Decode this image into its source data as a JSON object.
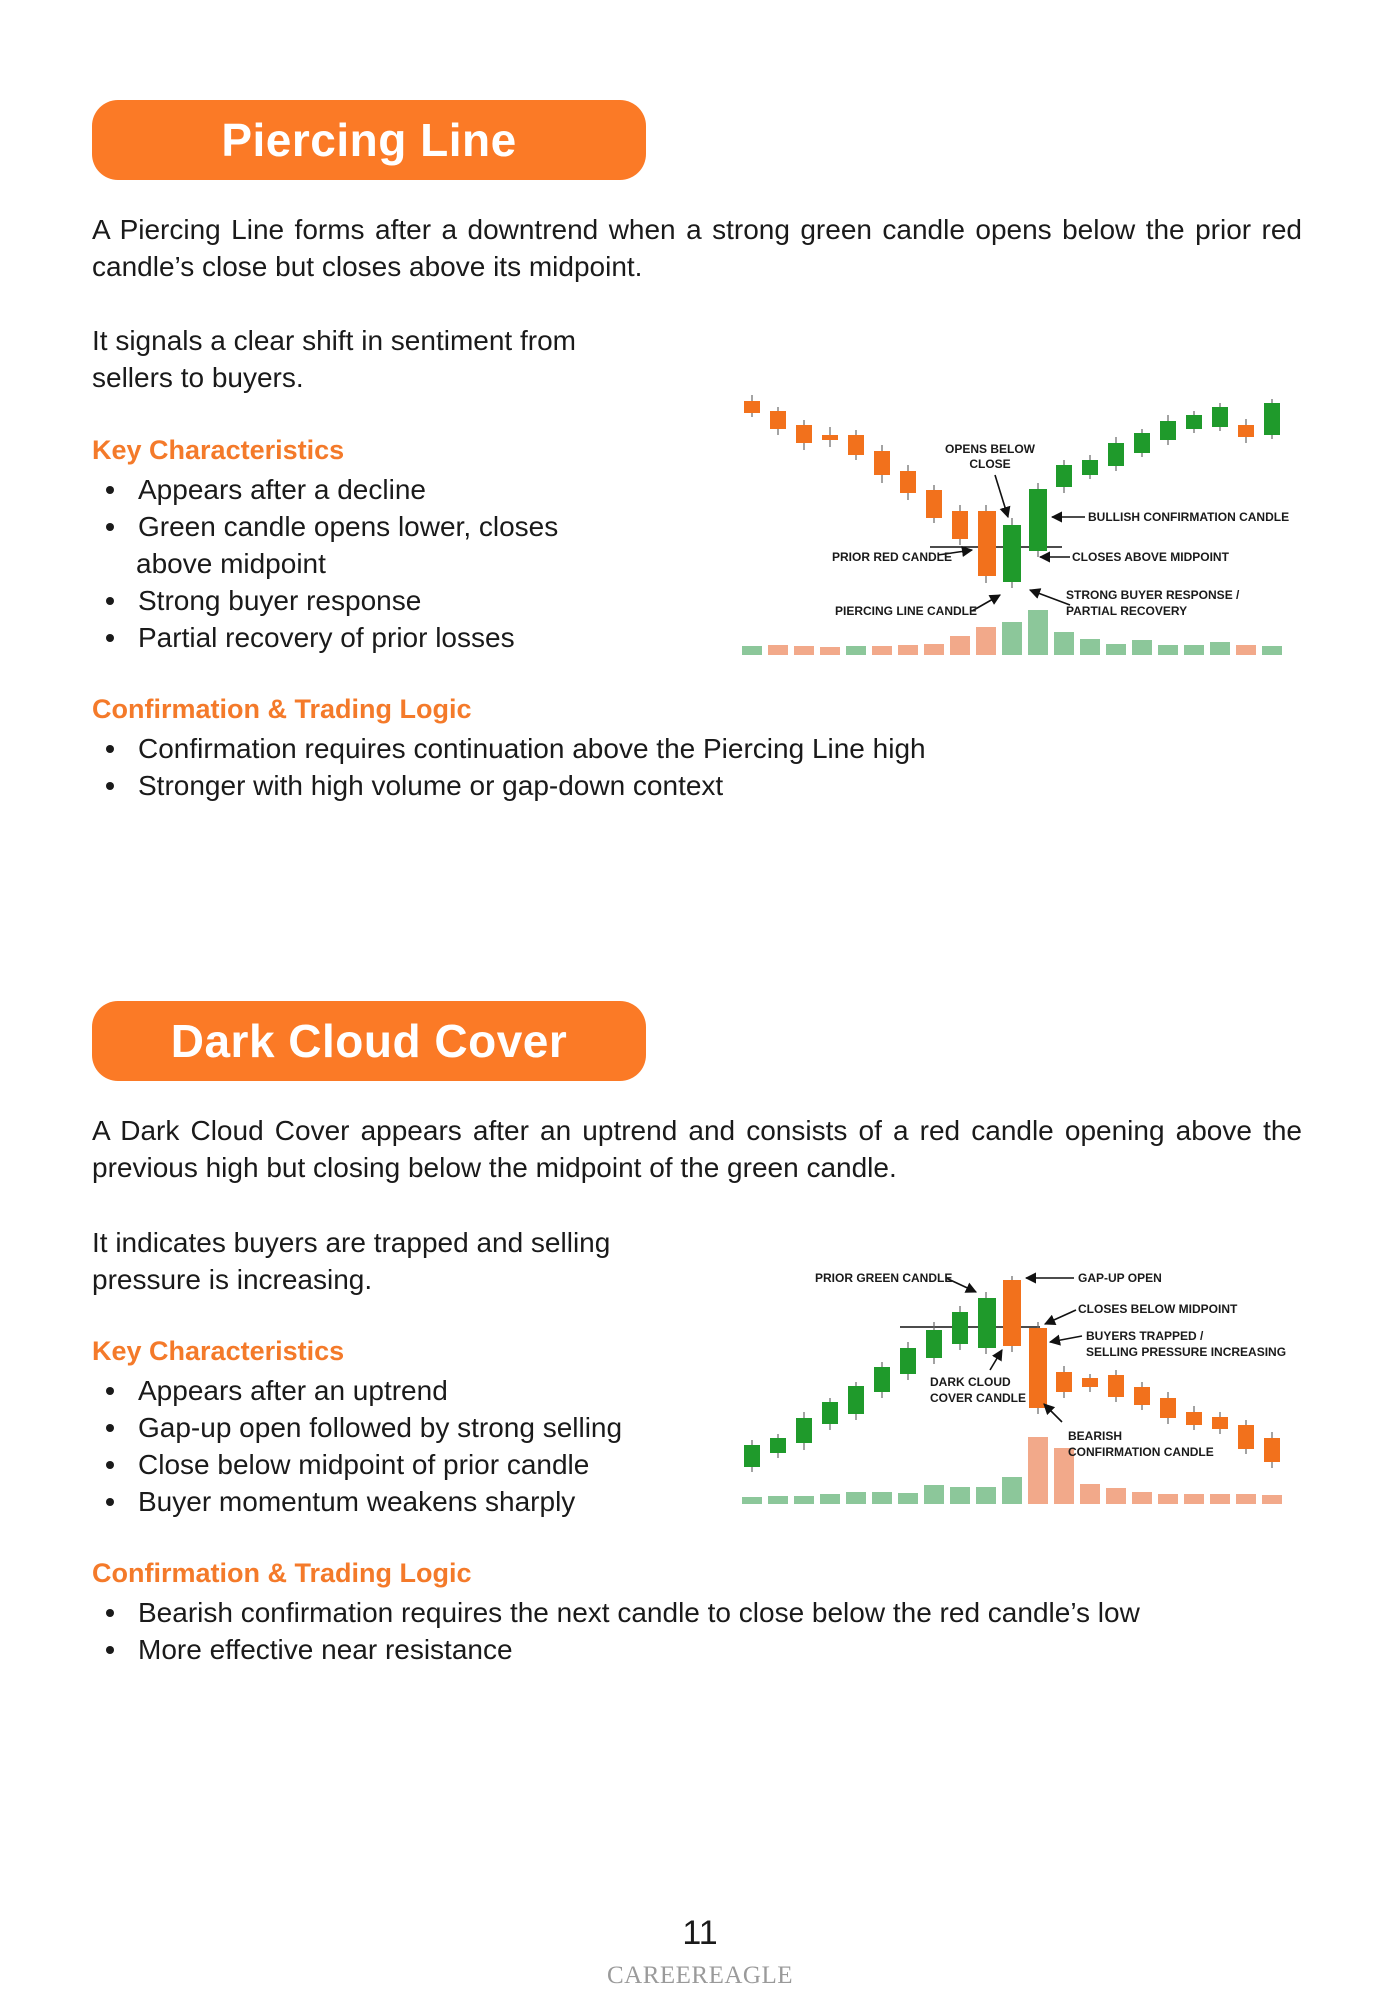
{
  "section1": {
    "title": "Piercing Line",
    "intro": "A Piercing Line forms after a downtrend when a strong green candle opens below the prior red candle’s close but closes above its midpoint.",
    "signal_line1": "It signals a clear shift in sentiment from",
    "signal_line2": "sellers to buyers.",
    "key_heading": "Key Characteristics",
    "key_items": [
      "Appears after a decline",
      "Green candle opens lower, closes",
      "above midpoint",
      "Strong buyer response",
      "Partial recovery of prior losses"
    ],
    "conf_heading": "Confirmation & Trading Logic",
    "conf_items": [
      "Confirmation requires continuation above the Piercing Line high",
      "Stronger with high volume or gap-down context"
    ],
    "figure_labels": {
      "opens_below_1": "OPENS BELOW",
      "opens_below_2": "CLOSE",
      "bullish_confirmation": "BULLISH CONFIRMATION CANDLE",
      "prior_red": "PRIOR RED CANDLE",
      "closes_above": "CLOSES ABOVE MIDPOINT",
      "strong_buyer_1": "STRONG BUYER RESPONSE /",
      "strong_buyer_2": "PARTIAL RECOVERY",
      "piercing_candle": "PIERCING LINE CANDLE"
    }
  },
  "section2": {
    "title": "Dark Cloud Cover",
    "intro": "A Dark Cloud Cover appears after an uptrend and consists of a red candle opening above the previous high but closing below the midpoint of the green candle.",
    "signal_line1": "It indicates buyers are trapped and selling",
    "signal_line2": "pressure is increasing.",
    "key_heading": "Key Characteristics",
    "key_items": [
      "Appears after an uptrend",
      "Gap-up open followed by strong selling",
      "Close below midpoint of prior candle",
      "Buyer momentum weakens sharply"
    ],
    "conf_heading": "Confirmation & Trading Logic",
    "conf_items": [
      "Bearish confirmation requires the next candle to close below the red candle’s low",
      "More effective near resistance"
    ],
    "figure_labels": {
      "prior_green": "PRIOR GREEN CANDLE",
      "gap_up": "GAP-UP OPEN",
      "closes_below": "CLOSES BELOW MIDPOINT",
      "buyers_trapped_1": "BUYERS TRAPPED /",
      "buyers_trapped_2": "SELLING PRESSURE INCREASING",
      "dark_cloud_1": "DARK CLOUD",
      "dark_cloud_2": "COVER CANDLE",
      "bearish_1": "BEARISH",
      "bearish_2": "CONFIRMATION CANDLE"
    }
  },
  "footer": {
    "page_number": "11",
    "brand": "CAREEREAGLE"
  },
  "colors": {
    "accent": "#fb7a26",
    "bull": "#1f9a2b",
    "bear": "#f2711c",
    "vol_bull": "#8cc79a",
    "vol_bear": "#f2a98a"
  }
}
